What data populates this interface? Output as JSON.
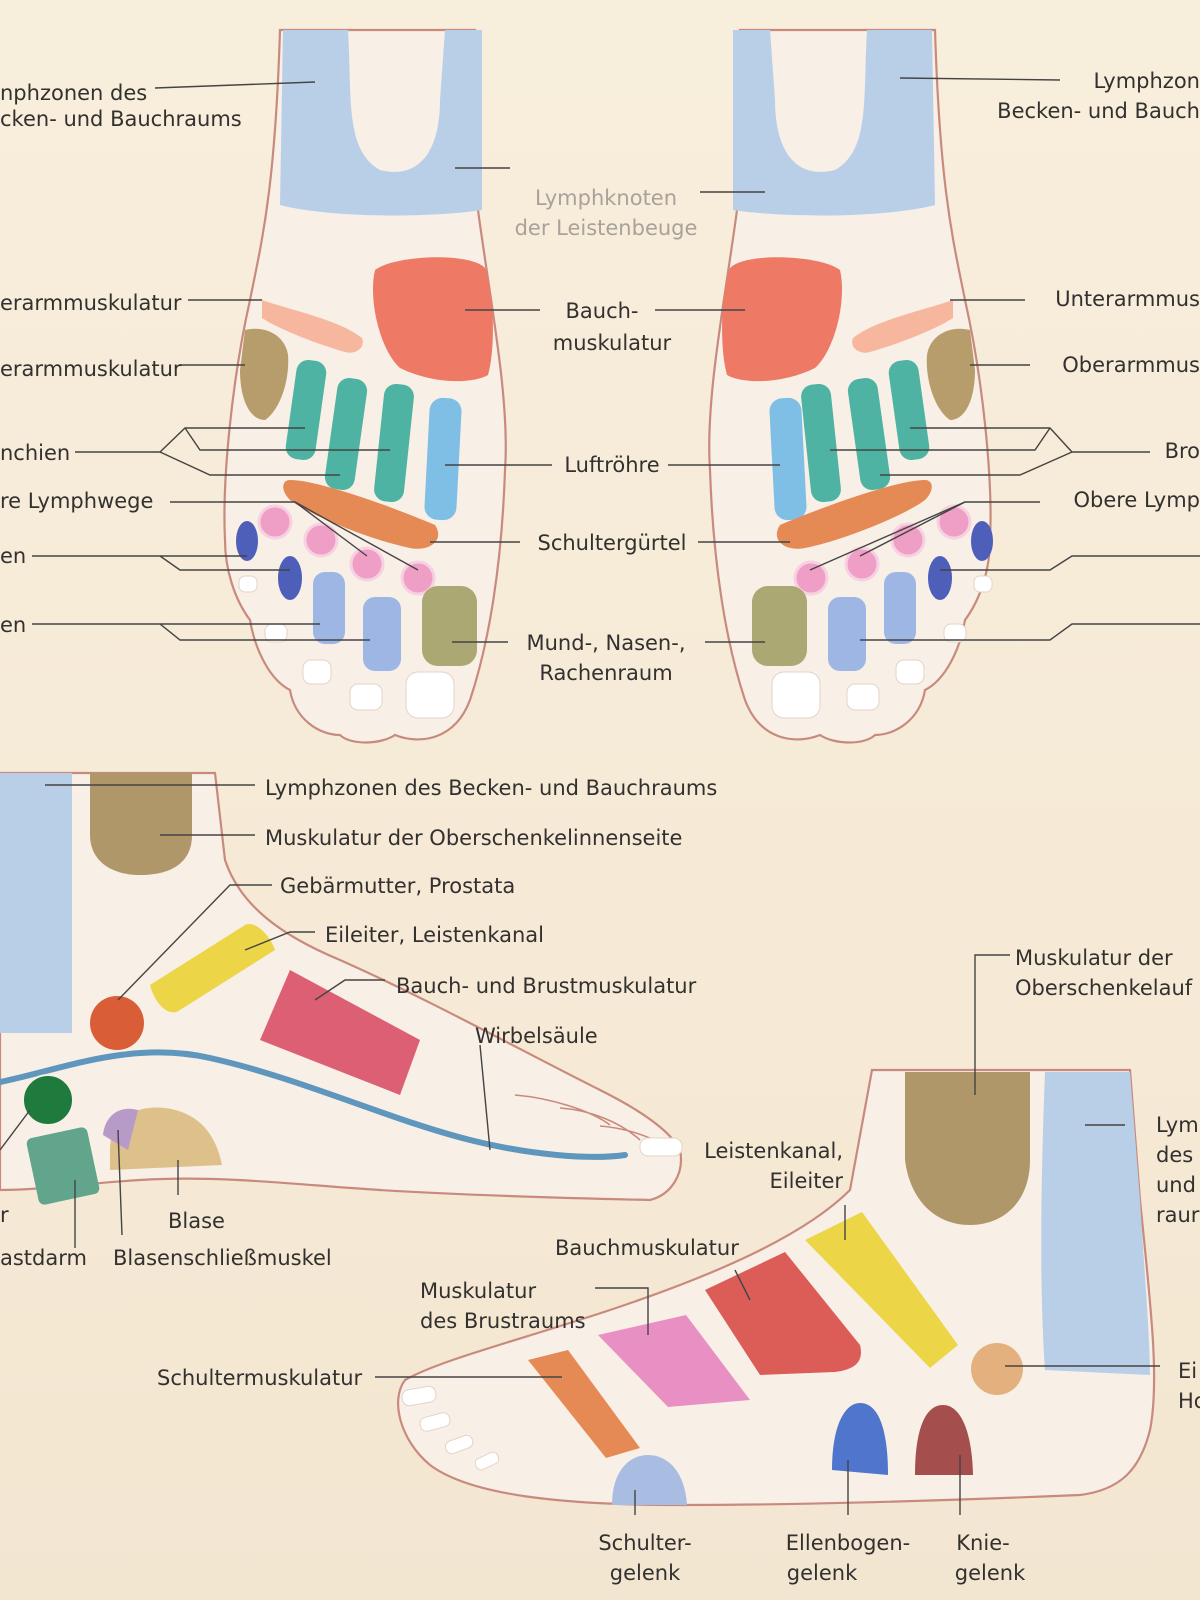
{
  "top_left_labels": {
    "lymph_pelvis_l1": "nphzonen des",
    "lymph_pelvis_l2": "cken- und Bauchraums",
    "forearm": "erarmmuskulatur",
    "upperarm": "erarmmuskulatur",
    "bronchi": "nchien",
    "upper_lymph": "re Lymphwege",
    "en1": "en",
    "en2": "en"
  },
  "top_center_labels": {
    "groin_l1": "Lymphknoten",
    "groin_l2": "der Leistenbeuge",
    "abdomen_l1": "Bauch-",
    "abdomen_l2": "muskulatur",
    "trachea": "Luftröhre",
    "shoulder_girdle": "Schultergürtel",
    "mouth_l1": "Mund-, Nasen-,",
    "mouth_l2": "Rachenraum"
  },
  "top_right_labels": {
    "lymph_l1": "Lymphzon",
    "lymph_l2": "Becken- und Bauch",
    "forearm": "Unterarmmus",
    "upperarm": "Oberarmmus",
    "bronchi": "Bro",
    "upper_lymph": "Obere Lymp"
  },
  "inner_side_labels": {
    "lymph_pelvis": "Lymphzonen des Becken- und Bauchraums",
    "thigh_inner": "Muskulatur der Oberschenkelinnenseite",
    "uterus": "Gebärmutter, Prostata",
    "oviduct": "Eileiter, Leistenkanal",
    "abdomen_chest": "Bauch- und Brustmuskulatur",
    "spine": "Wirbelsäule",
    "bladder": "Blase",
    "bladder_sphincter": "Blasenschließmuskel",
    "rectum": "astdarm",
    "r": "r"
  },
  "outer_side_labels": {
    "thigh_outer_l1": "Muskulatur der",
    "thigh_outer_l2": "Oberschenkelauf",
    "lymph_l1": "Lym",
    "lymph_l2": "des",
    "lymph_l3": "und",
    "lymph_l4": "raur",
    "groin_l1": "Leistenkanal,",
    "groin_l2": "Eileiter",
    "abdomen": "Bauchmuskulatur",
    "chest_l1": "Muskulatur",
    "chest_l2": "des Brustraums",
    "shoulder_muscle": "Schultermuskulatur",
    "ovary_l1": "Ei",
    "ovary_l2": "Ho",
    "shoulder_joint_l1": "Schulter-",
    "shoulder_joint_l2": "gelenk",
    "elbow_l1": "Ellenbogen-",
    "elbow_l2": "gelenk",
    "knee_l1": "Knie-",
    "knee_l2": "gelenk"
  },
  "colors": {
    "lymph_blue": "#b9cfe8",
    "abdomen_red": "#ee7a66",
    "forearm_peach": "#f6b79e",
    "upperarm_olive": "#b79c6c",
    "bronchi_teal": "#4fb3a4",
    "trachea_blue": "#7fbfe6",
    "shoulder_orange": "#e58a55",
    "lymph_pink": "#ef9ec6",
    "sinus_navy": "#4d5fb8",
    "teeth_blue": "#9db6e4",
    "mouth_green": "#aba874",
    "thigh_tan": "#b0976a",
    "uterus_red": "#d95d37",
    "oviduct_yellow": "#ecd648",
    "chest_red": "#dd5f73",
    "spine_blue": "#5f96bd",
    "rectum_green": "#1f7a3d",
    "anus_teal": "#62a58d",
    "bladder_tan": "#ddc08a",
    "sphincter_lilac": "#b79ac8",
    "chest_pink": "#e890c4",
    "abdomen_outer_red": "#dc5c58",
    "shoulder_joint_blue": "#a9bde3",
    "elbow_blue": "#4f76cc",
    "knee_brown": "#a44e4d",
    "ovary_tan": "#e3b07e"
  }
}
